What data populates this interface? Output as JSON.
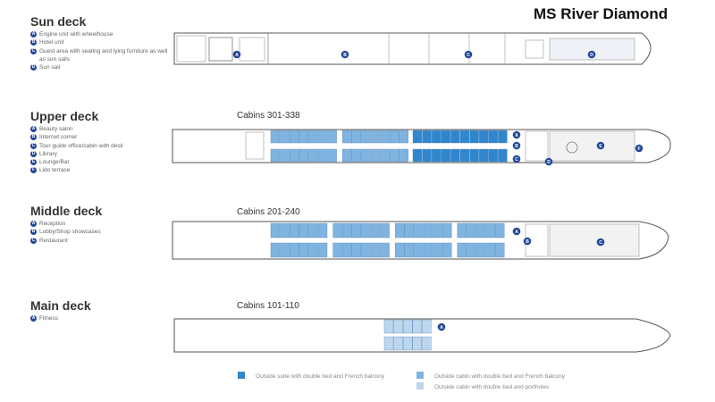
{
  "title": "MS River Diamond",
  "colors": {
    "outside_suite": "#2f86cc",
    "outside_cabin_balcony": "#7fb3e0",
    "outside_cabin_portholes": "#bcd6ee",
    "badge": "#22489a",
    "deck_outline": "#555555"
  },
  "decks": [
    {
      "name": "Sun deck",
      "features": [
        {
          "letter": "A",
          "label": "Engine unit with wheelhouse"
        },
        {
          "letter": "B",
          "label": "Hotel unit"
        },
        {
          "letter": "C",
          "label": "Guest area with seating and lying furniture as well as sun sails"
        },
        {
          "letter": "D",
          "label": "Sun sail"
        }
      ]
    },
    {
      "name": "Upper deck",
      "cabins": "Cabins 301-338",
      "features": [
        {
          "letter": "A",
          "label": "Beauty salon"
        },
        {
          "letter": "B",
          "label": "Internet corner"
        },
        {
          "letter": "C",
          "label": "Tour guide office/cabin with desk"
        },
        {
          "letter": "D",
          "label": "Library"
        },
        {
          "letter": "E",
          "label": "Lounge/Bar"
        },
        {
          "letter": "F",
          "label": "Lido terrace"
        }
      ]
    },
    {
      "name": "Middle deck",
      "cabins": "Cabins 201-240",
      "features": [
        {
          "letter": "A",
          "label": "Reception"
        },
        {
          "letter": "B",
          "label": "Lobby/Shop showcases"
        },
        {
          "letter": "C",
          "label": "Restaurant"
        }
      ]
    },
    {
      "name": "Main deck",
      "cabins": "Cabins 101-110",
      "features": [
        {
          "letter": "A",
          "label": "Fitness"
        }
      ]
    }
  ],
  "key": [
    {
      "color": "#2f86cc",
      "label": "Outside suite with double bed and French balcony"
    },
    {
      "color": "#7fb3e0",
      "label": "Outside cabin with double bed and French balcony"
    },
    {
      "color": "#bcd6ee",
      "label": "Outside cabin with double bed and portholes"
    }
  ]
}
